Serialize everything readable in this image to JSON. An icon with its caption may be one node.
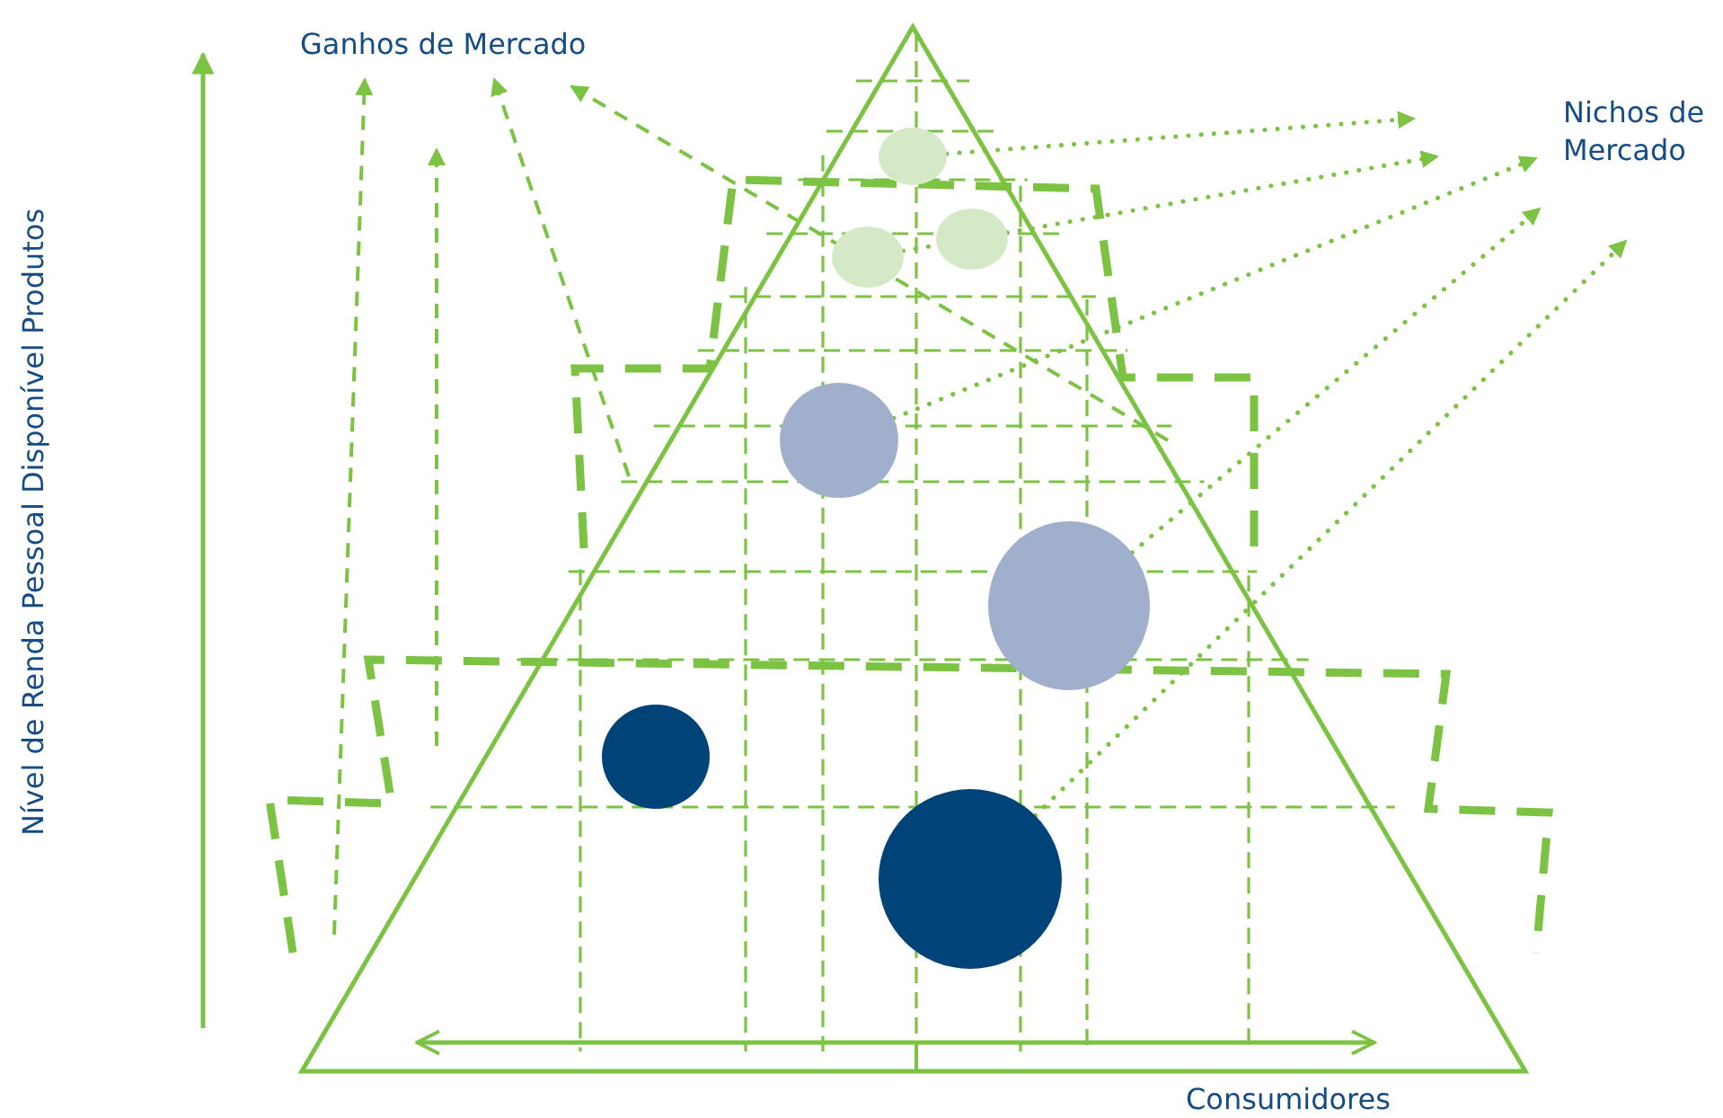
{
  "diagram": {
    "nodes": [
      {
        "text": [
          "Ganhos de Mercado"
        ]
      },
      {
        "text": [
          "Nichos de Mercado"
        ]
      },
      {
        "text": [],
        "shape": "circle"
      },
      {
        "text": [],
        "shape": "circle"
      },
      {
        "text": [],
        "shape": "circle"
      },
      {
        "text": [],
        "shape": "circle"
      },
      {
        "text": [],
        "shape": "circle"
      },
      {
        "text": [],
        "shape": "circle"
      },
      {
        "text": [],
        "shape": "circle"
      }
    ],
    "edges": [
      {
        "from": null,
        "to": 0,
        "arrow": "to",
        "style": "dashed"
      },
      {
        "from": null,
        "to": 0,
        "arrow": "to",
        "style": "dashed"
      },
      {
        "from": null,
        "to": 0,
        "arrow": "to",
        "style": "dashed"
      },
      {
        "from": null,
        "to": 0,
        "arrow": "to",
        "style": "dashed"
      },
      {
        "from": 2,
        "to": 1,
        "arrow": "to"
      },
      {
        "from": 4,
        "to": 1,
        "arrow": "to"
      },
      {
        "from": 5,
        "to": 1,
        "arrow": "to"
      },
      {
        "from": 6,
        "to": 1,
        "arrow": "to"
      },
      {
        "from": 8,
        "to": 1,
        "arrow": "to"
      },
      {
        "from": 3,
        "to": 4,
        "arrow": "none"
      }
    ],
    "labels": [
      "Nível de Renda Pessoal Disponível Produtos",
      "Consumidores"
    ]
  }
}
